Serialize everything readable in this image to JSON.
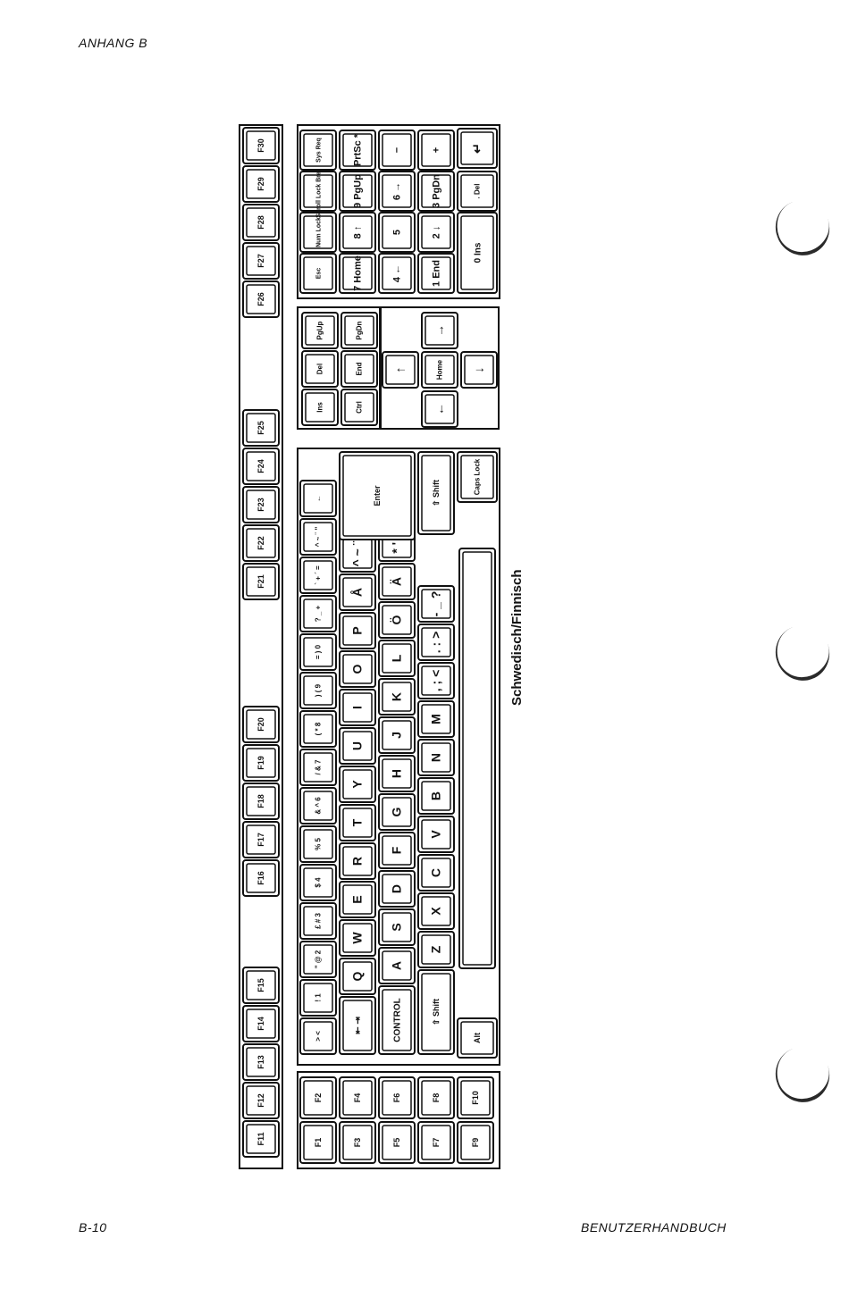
{
  "page": {
    "header_left": "ANHANG B",
    "footer_left": "B-10",
    "footer_right": "BENUTZERHANDBUCH",
    "caption": "Schwedisch/Finnisch"
  },
  "fkeys": {
    "top_row": [
      "F11",
      "F12",
      "F13",
      "F14",
      "F15",
      "F16",
      "F17",
      "F18",
      "F19",
      "F20",
      "F21",
      "F22",
      "F23",
      "F24",
      "F25",
      "F26",
      "F27",
      "F28",
      "F29",
      "F30"
    ],
    "left_block_col1": [
      "F1",
      "F3",
      "F5",
      "F7",
      "F9"
    ],
    "left_block_col2": [
      "F2",
      "F4",
      "F6",
      "F8",
      "F10"
    ]
  },
  "main_rows": {
    "row1": [
      "> <",
      "! 1",
      "\" @ 2",
      "£ # 3",
      "$ 4",
      "% 5",
      "& ^ 6",
      "/ & 7",
      "( * 8",
      ") ( 9",
      "= ) 0",
      "? _ +",
      "` + ´ =",
      "^ ~ ¨ ''",
      "←"
    ],
    "row2": [
      "⇤ ⇥",
      "Q",
      "W",
      "E",
      "R",
      "T",
      "Y",
      "U",
      "I",
      "O",
      "P",
      "Å",
      "^ ~ ¨"
    ],
    "row3": [
      "CONTROL",
      "A",
      "S",
      "D",
      "F",
      "G",
      "H",
      "J",
      "K",
      "L",
      "Ö",
      "Ä",
      "* ' ''"
    ],
    "row4": [
      "⇧ Shift",
      "Z",
      "X",
      "C",
      "V",
      "B",
      "N",
      "M",
      ", ; <",
      ". : >",
      "- _ ?",
      "⇧ Shift"
    ],
    "row5_alt": "Alt",
    "enter": "Enter",
    "caps": "Caps Lock"
  },
  "edit_keys": {
    "top": [
      "Ins",
      "Del",
      "PgUp"
    ],
    "mid": [
      "Ctrl",
      "End",
      "PgDn"
    ],
    "home": "Home"
  },
  "numpad": {
    "row1": [
      "Esc",
      "Num Lock",
      "Scroll Lock Break",
      "Sys Req"
    ],
    "row2": [
      "7 Home",
      "8 ↑",
      "9 PgUp",
      "PrtSc *"
    ],
    "row3": [
      "4 ←",
      "5",
      "6 →",
      "−"
    ],
    "row4": [
      "1 End",
      "2 ↓",
      "3 PgDn",
      "+"
    ],
    "row5": [
      "0 Ins",
      ". Del"
    ]
  }
}
